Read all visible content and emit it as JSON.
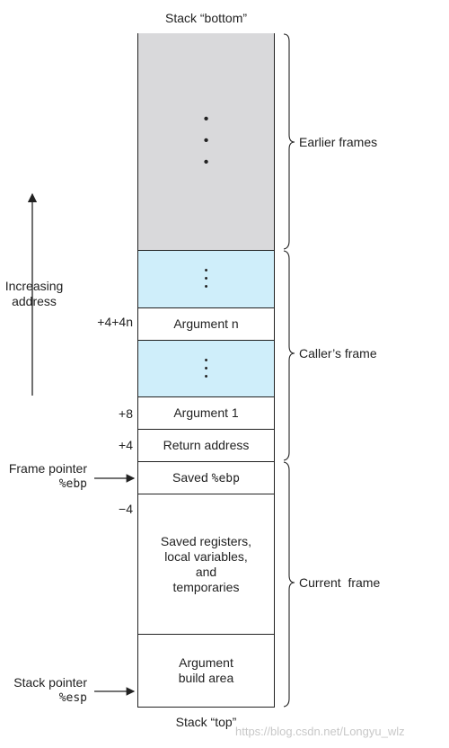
{
  "colors": {
    "earlier_frames_fill": "#d9d9db",
    "caller_fill": "#cfeefa",
    "outline": "#222222",
    "background": "#ffffff"
  },
  "labels": {
    "stack_bottom": "Stack “bottom”",
    "stack_top": "Stack “top”",
    "increasing_address": "Increasing\naddress",
    "frame_pointer": "Frame pointer",
    "frame_pointer_reg": "%ebp",
    "stack_pointer": "Stack pointer",
    "stack_pointer_reg": "%esp"
  },
  "cells": {
    "argument_n": "Argument n",
    "argument_1": "Argument 1",
    "return_address": "Return address",
    "saved_ebp_text": "Saved ",
    "saved_ebp_reg": "%ebp",
    "saved_registers": "Saved registers,\nlocal variables,\nand\ntemporaries",
    "argument_build_area": "Argument\nbuild area"
  },
  "offsets": {
    "arg_n": "+4+4n",
    "arg_1": "+8",
    "return": "+4",
    "minus4": "−4"
  },
  "frames": {
    "earlier": "Earlier frames",
    "caller": "Caller’s frame",
    "current": "Current  frame"
  },
  "watermark": "https://blog.csdn.net/Longyu_wlz"
}
